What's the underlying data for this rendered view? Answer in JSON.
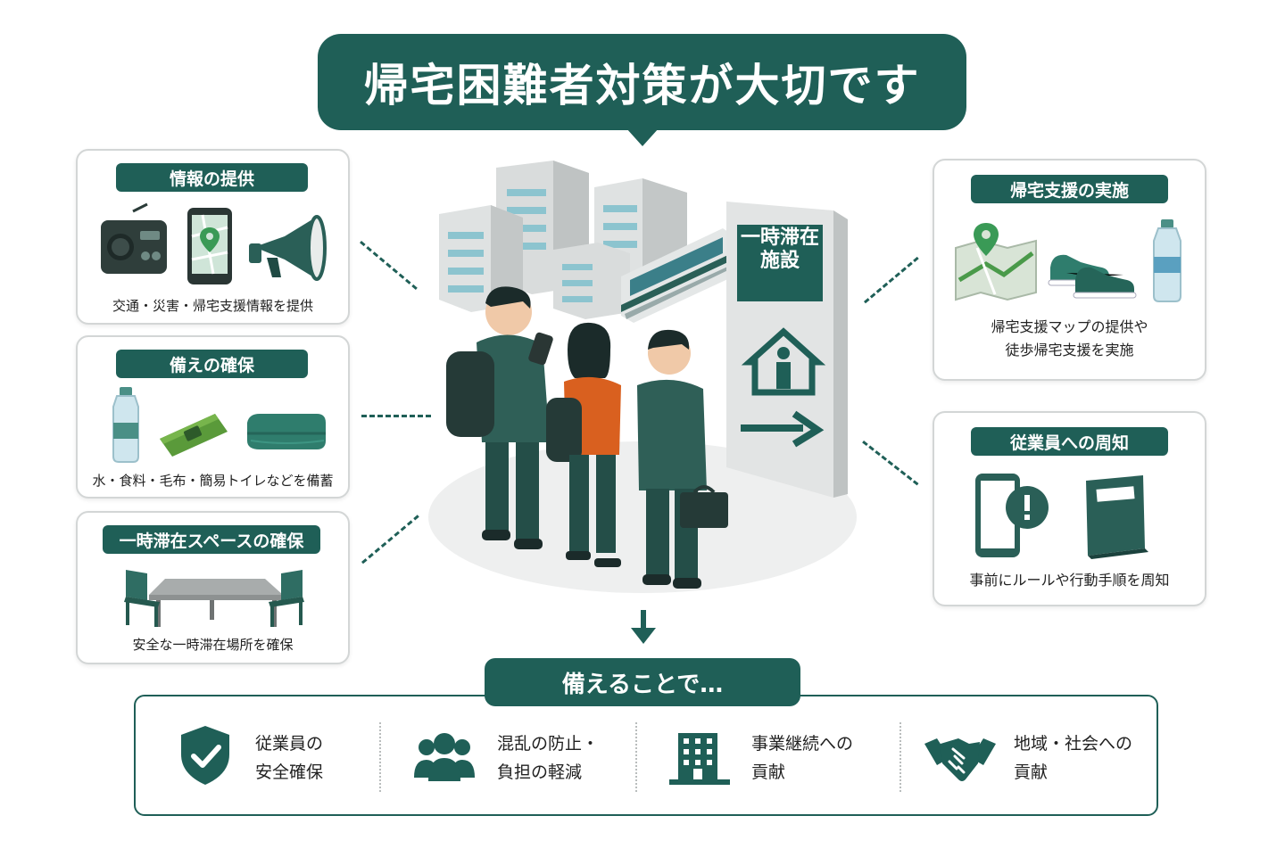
{
  "title": "帰宅困難者対策が大切です",
  "colors": {
    "primary": "#1f5f57",
    "accent": "#2f7d6d",
    "orange": "#d9601f",
    "light_gray": "#e6e8e8"
  },
  "left_cards": [
    {
      "heading": "情報の提供",
      "caption": "交通・災害・帰宅支援情報を提供",
      "icons": [
        "radio-icon",
        "smartphone-map-icon",
        "megaphone-icon"
      ]
    },
    {
      "heading": "備えの確保",
      "caption": "水・食料・毛布・簡易トイレなどを備蓄",
      "icons": [
        "water-bottle-icon",
        "food-ration-icon",
        "blanket-icon"
      ]
    },
    {
      "heading": "一時滞在スペースの確保",
      "caption": "安全な一時滞在場所を確保",
      "icons": [
        "table-chairs-icon"
      ]
    }
  ],
  "right_cards": [
    {
      "heading": "帰宅支援の実施",
      "caption_lines": [
        "帰宅支援マップの提供や",
        "徒歩帰宅支援を実施"
      ],
      "icons": [
        "map-icon",
        "sneakers-icon",
        "water-bottle-icon"
      ]
    },
    {
      "heading": "従業員への周知",
      "caption_lines": [
        "事前にルールや行動手順を周知"
      ],
      "icons": [
        "phone-alert-icon",
        "manual-book-icon"
      ]
    }
  ],
  "sign": {
    "label_line1": "一時滞在",
    "label_line2": "施設"
  },
  "bottom": {
    "heading": "備えることで…",
    "items": [
      {
        "line1": "従業員の",
        "line2": "安全確保",
        "icon": "shield-check-icon"
      },
      {
        "line1": "混乱の防止・",
        "line2": "負担の軽減",
        "icon": "people-group-icon"
      },
      {
        "line1": "事業継続への",
        "line2": "貢献",
        "icon": "office-building-icon"
      },
      {
        "line1": "地域・社会への",
        "line2": "貢献",
        "icon": "handshake-icon"
      }
    ]
  }
}
